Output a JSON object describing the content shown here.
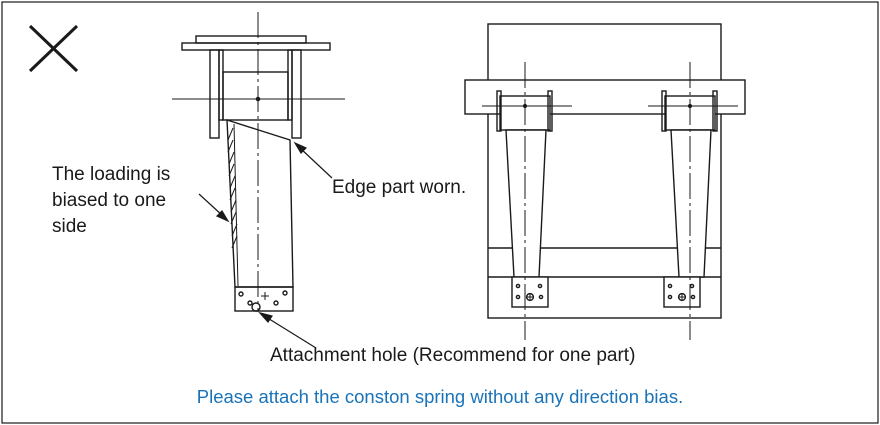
{
  "labels": {
    "loading_line1": "The loading is",
    "loading_line2": "biased to one",
    "loading_line3": "side",
    "edge": "Edge part worn.",
    "attachment": "Attachment hole (Recommend for one part)"
  },
  "note": "Please attach the conston spring without any direction bias.",
  "icons": {
    "status": "cross-mark-icon"
  },
  "colors": {
    "note_text": "#1a73b8",
    "line": "#1a1a1a"
  }
}
